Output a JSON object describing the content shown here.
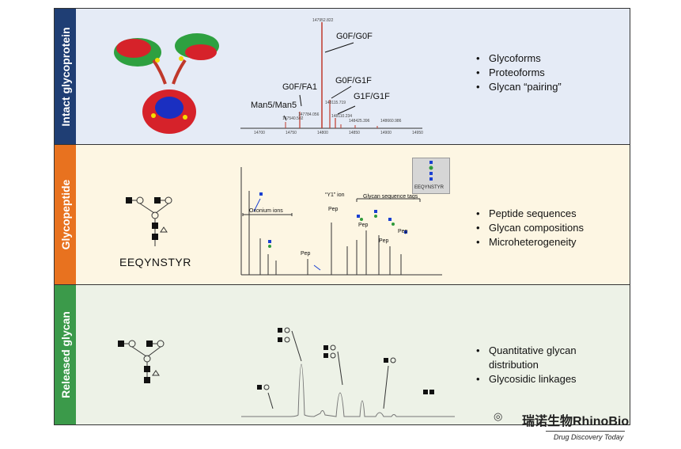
{
  "panels": [
    {
      "label": "Intact glycoprotein",
      "bullets": [
        "Glycoforms",
        "Proteoforms",
        "Glycan “pairing”"
      ],
      "peaks": [
        "G0F/G0F",
        "G0F/FA1",
        "G0F/G1F",
        "G1F/G1F",
        "Man5/Man5"
      ],
      "x_ticks": [
        "14700",
        "14750",
        "14800",
        "14850",
        "14900",
        "14950"
      ],
      "peak_values": [
        "147952.822",
        "147540.502",
        "147784.056",
        "148115.719",
        "148110.234",
        "148425.396",
        "148660.986"
      ]
    },
    {
      "label": "Glycopeptide",
      "sequence": "EEQYNSTYR",
      "inset_sequence": "EEQYNSTYR",
      "bullets": [
        "Peptide sequences",
        "Glycan compositions",
        "Microheterogeneity"
      ],
      "annotations": {
        "oxonium": "Oxonium ions",
        "y1": "“Y1” ion",
        "tags": "Glycan sequence tags",
        "pep": "Pep"
      }
    },
    {
      "label": "Released glycan",
      "bullets": [
        "Quantitative glycan distribution",
        "Glycosidic linkages"
      ]
    }
  ],
  "watermark": "瑞诺生物RhinoBio",
  "source": "Drug Discovery Today",
  "colors": {
    "blue_band": "#1f3e74",
    "orange_band": "#e8721f",
    "green_band": "#3b9a4a",
    "spectrum_red": "#c0392b",
    "glycan_blue": "#1a3fd1",
    "glycan_green": "#2f9a3a"
  }
}
